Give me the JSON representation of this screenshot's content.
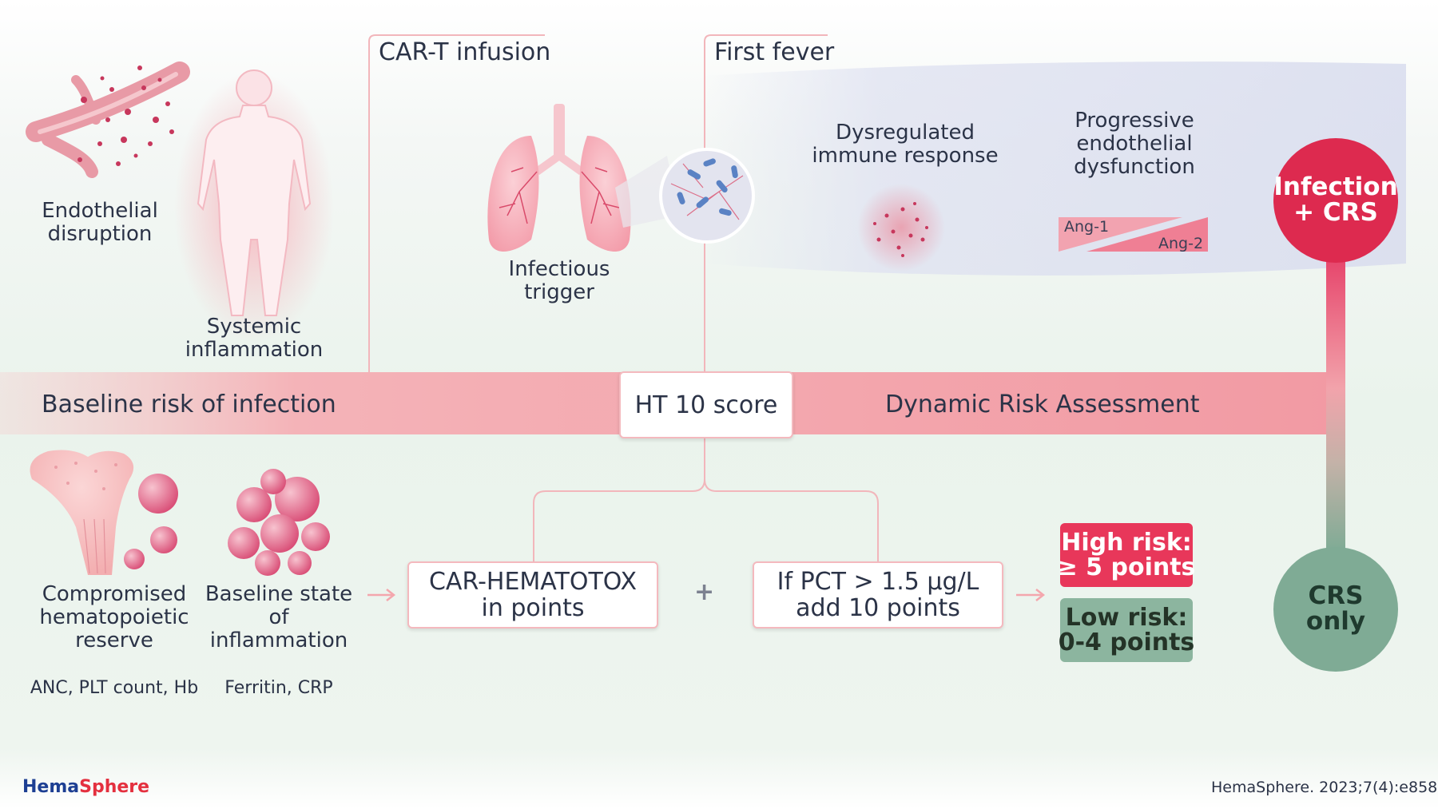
{
  "timeline": {
    "car_t_infusion": "CAR-T infusion",
    "first_fever": "First fever"
  },
  "baseline_factors": {
    "endothelial": "Endothelial\ndisruption",
    "systemic": "Systemic\ninflammation"
  },
  "infectious_trigger": "Infectious\ntrigger",
  "dysregulated": "Dysregulated\nimmune response",
  "progressive": "Progressive\nendothelial\ndysfunction",
  "ang1": "Ang-1",
  "ang2": "Ang-2",
  "band": {
    "left": "Baseline risk of infection",
    "center": "HT 10 score",
    "right": "Dynamic Risk Assessment"
  },
  "lower_factors": {
    "hematopoietic": "Compromised\nhematopoietic\nreserve",
    "hematopoietic_markers": "ANC, PLT count, Hb",
    "inflammation": "Baseline state\nof\ninflammation",
    "inflammation_markers": "Ferritin, CRP"
  },
  "score_boxes": {
    "hematotox": "CAR-HEMATOTOX\nin points",
    "plus": "+",
    "pct": "If PCT > 1.5 µg/L\nadd 10 points"
  },
  "risk": {
    "high": "High risk:\n≥ 5 points",
    "low": "Low risk:\n0-4 points"
  },
  "outcomes": {
    "infection_crs": "Infection\n+ CRS",
    "crs_only": "CRS\nonly"
  },
  "footer": {
    "brand_part1": "Hema",
    "brand_part2": "Sphere",
    "citation": "HemaSphere. 2023;7(4):e858."
  },
  "colors": {
    "band_pink": "#f2a7ad",
    "high_risk_red": "#e8375a",
    "low_risk_green": "#8cb59f",
    "infection_circle": "#dd2a4f",
    "crs_circle": "#7fab95",
    "brand_blue": "#1d3f93",
    "brand_red": "#e4303f",
    "text_dark": "#2b3347"
  }
}
